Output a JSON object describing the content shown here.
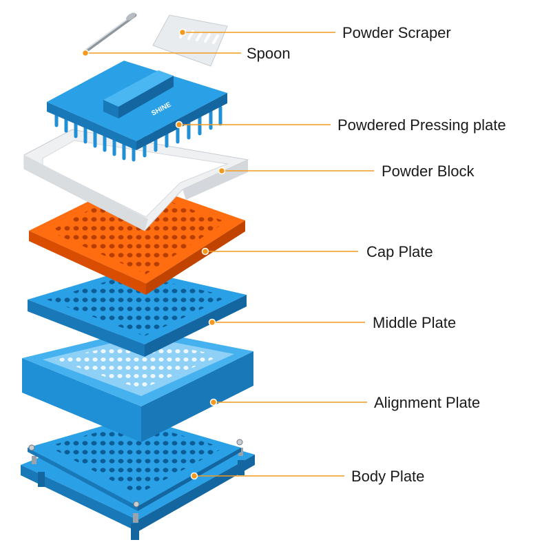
{
  "diagram": {
    "accent_color": "#f39a1e",
    "colors": {
      "blue": "#2aa0e6",
      "blue_dark": "#1878b8",
      "orange": "#ff6d10",
      "orange_dark": "#d94d00",
      "white_part": "#eef0f2"
    },
    "labels": {
      "powder_scraper": "Powder Scraper",
      "spoon": "Spoon",
      "pressing_plate": "Powdered Pressing plate",
      "powder_block": "Powder Block",
      "cap_plate": "Cap Plate",
      "middle_plate": "Middle Plate",
      "alignment_plate": "Alignment Plate",
      "body_plate": "Body Plate"
    },
    "logo_text": "SHINE"
  }
}
